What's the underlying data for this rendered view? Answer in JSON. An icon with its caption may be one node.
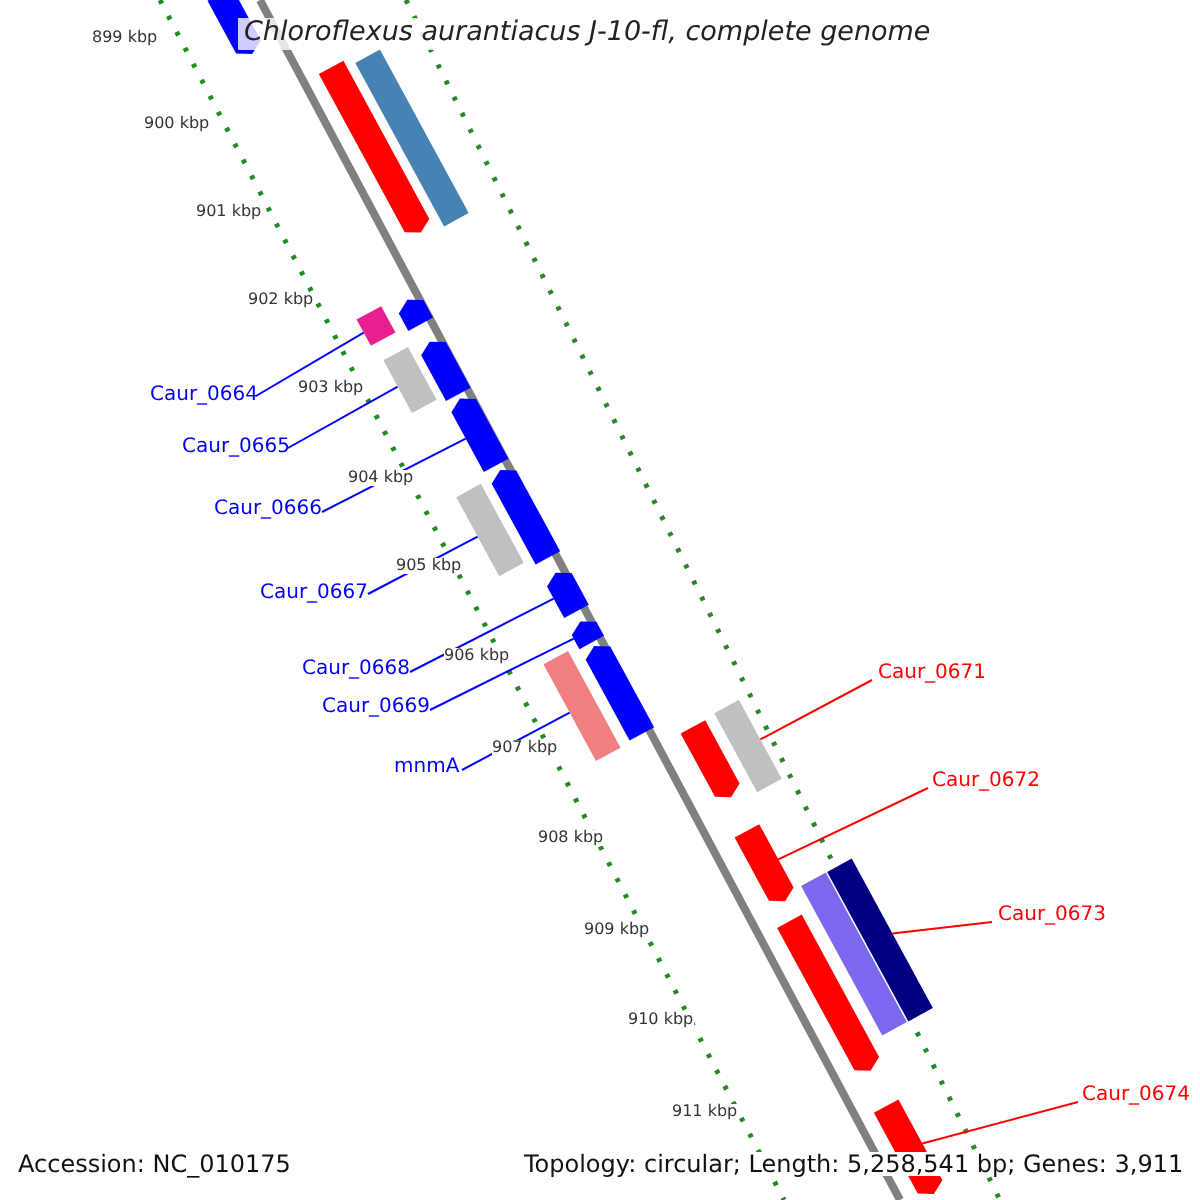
{
  "diagram": {
    "title": "Chloroflexus aurantiacus J-10-fl, complete genome",
    "nodes": [
      {
        "text": [
          "Caur_0664"
        ]
      },
      {
        "text": [
          "Caur_0665"
        ]
      },
      {
        "text": [
          "Caur_0666"
        ]
      },
      {
        "text": [
          "Caur_0667"
        ]
      },
      {
        "text": [
          "Caur_0668"
        ]
      },
      {
        "text": [
          "Caur_0669"
        ]
      },
      {
        "text": [
          "mnmA"
        ]
      },
      {
        "text": [
          "Caur_0671"
        ]
      },
      {
        "text": [
          "Caur_0672"
        ]
      },
      {
        "text": [
          "Caur_0673"
        ]
      },
      {
        "text": [
          "Caur_0674"
        ]
      },
      {
        "text": [],
        "shape": "bar"
      },
      {
        "text": [],
        "shape": "bar"
      },
      {
        "text": [],
        "shape": "bar"
      },
      {
        "text": [],
        "shape": "bar"
      },
      {
        "text": [],
        "shape": "bar"
      },
      {
        "text": [],
        "shape": "bar"
      },
      {
        "text": [],
        "shape": "bar"
      },
      {
        "text": [],
        "shape": "bar"
      },
      {
        "text": [],
        "shape": "bar"
      },
      {
        "text": [],
        "shape": "bar"
      },
      {
        "text": [],
        "shape": "bar"
      },
      {
        "text": [],
        "shape": "bar"
      },
      {
        "text": [],
        "shape": "bar"
      },
      {
        "text": [],
        "shape": "bar"
      },
      {
        "text": [],
        "shape": "bar"
      },
      {
        "text": [],
        "shape": "bar"
      },
      {
        "text": [],
        "shape": "bar"
      },
      {
        "text": [],
        "shape": "bar"
      },
      {
        "text": [],
        "shape": "bar"
      },
      {
        "text": [],
        "shape": "bar"
      },
      {
        "text": [],
        "shape": "bar"
      }
    ],
    "edges": [
      {
        "from": 0,
        "to": 15,
        "arrow": "none",
        "color": "#0000ff"
      },
      {
        "from": 1,
        "to": 17,
        "arrow": "none",
        "color": "#0000ff"
      },
      {
        "from": 2,
        "to": 18,
        "arrow": "none",
        "color": "#0000ff"
      },
      {
        "from": 3,
        "to": 20,
        "arrow": "none",
        "color": "#0000ff"
      },
      {
        "from": 4,
        "to": 21,
        "arrow": "none",
        "color": "#0000ff"
      },
      {
        "from": 5,
        "to": 22,
        "arrow": "none",
        "color": "#0000ff"
      },
      {
        "from": 6,
        "to": 24,
        "arrow": "none",
        "color": "#0000ff"
      },
      {
        "from": 7,
        "to": 25,
        "arrow": "none",
        "color": "#ff0000"
      },
      {
        "from": 8,
        "to": 27,
        "arrow": "none",
        "color": "#ff0000"
      },
      {
        "from": 9,
        "to": 28,
        "arrow": "none",
        "color": "#ff0000"
      },
      {
        "from": 10,
        "to": 31,
        "arrow": "none",
        "color": "#ff0000"
      }
    ],
    "labels": [
      "899 kbp",
      "900 kbp",
      "901 kbp",
      "902 kbp",
      "903 kbp",
      "904 kbp",
      "905 kbp",
      "906 kbp",
      "907 kbp",
      "908 kbp",
      "909 kbp",
      "910 kbp",
      "911 kbp",
      "Accession: NC_010175",
      "Topology: circular; Length: 5,258,541 bp; Genes: 3,911"
    ]
  }
}
